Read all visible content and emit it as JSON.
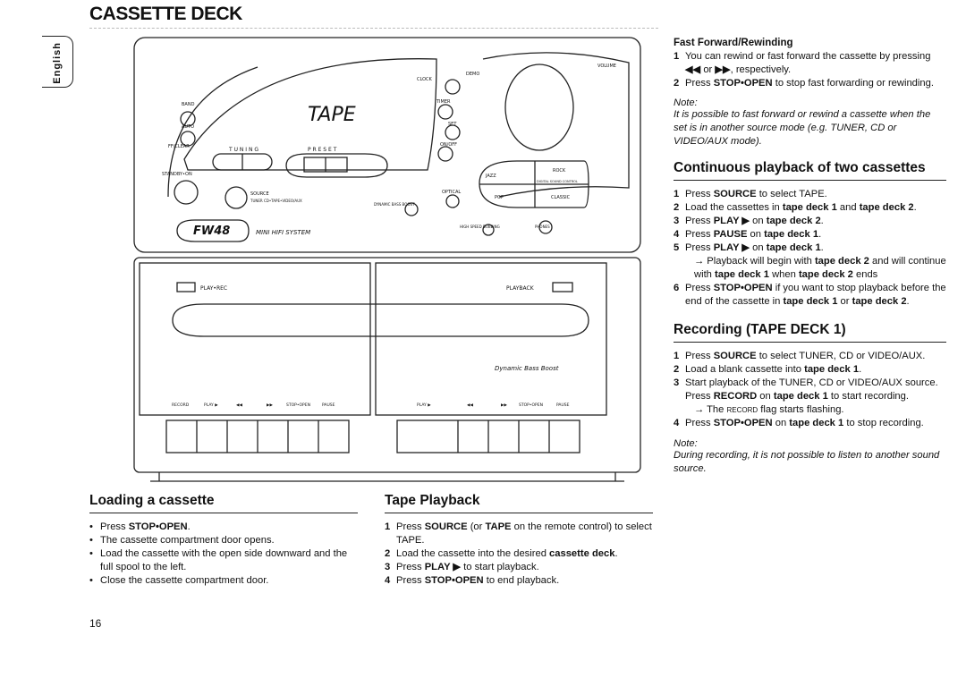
{
  "page": {
    "title": "CASSETTE DECK",
    "tab_label": "English",
    "page_number": "16"
  },
  "device": {
    "model": "FW48",
    "system": "MINI HIFI SYSTEM",
    "display_text": "TAPE",
    "labels": {
      "band": "BAND",
      "auto": "AUTO",
      "ffclear": "FF/CLEAR",
      "tuning": "T U N I N G",
      "preset": "P R E S E T",
      "standby": "STANDBY•ON",
      "source": "SOURCE",
      "source_sub": "TUNER CD•TAPE•VIDEO/AUX",
      "dynamic_boost_small": "DYNAMIC BASS BOOST",
      "optical": "OPTICAL",
      "clock": "CLOCK",
      "demo": "DEMO",
      "timer": "TIMER",
      "set": "SET",
      "onoff": "ON/OFF",
      "volume": "VOLUME",
      "jazz": "JAZZ",
      "rock": "ROCK",
      "pop": "POP",
      "classic": "CLASSIC",
      "dsc": "DIGITAL SOUND CONTROL",
      "hispeed": "HIGH SPEED DUBBING",
      "phones": "PHONES",
      "play_rec": "PLAY•REC",
      "playback": "PLAYBACK",
      "dynamic_bass": "Dynamic Bass Boost",
      "deck1_keys": [
        "RECORD",
        "PLAY ▶",
        "◀◀",
        "▶▶",
        "STOP•OPEN",
        "PAUSE"
      ],
      "deck2_keys": [
        "PLAY ▶",
        "◀◀",
        "▶▶",
        "STOP•OPEN",
        "PAUSE"
      ]
    }
  },
  "loading": {
    "heading": "Loading a cassette",
    "items": [
      [
        {
          "t": "Press "
        },
        {
          "b": "STOP•OPEN"
        },
        {
          "t": "."
        }
      ],
      [
        {
          "t": "The cassette compartment door opens."
        }
      ],
      [
        {
          "t": "Load the cassette with the open side downward and the full spool to the left."
        }
      ],
      [
        {
          "t": "Close the cassette compartment door."
        }
      ]
    ]
  },
  "playback": {
    "heading": "Tape Playback",
    "items": [
      [
        {
          "t": "Press "
        },
        {
          "b": "SOURCE"
        },
        {
          "t": " (or "
        },
        {
          "b": "TAPE"
        },
        {
          "t": " on the remote control) to select TAPE."
        }
      ],
      [
        {
          "t": "Load the cassette into the desired "
        },
        {
          "b": "cassette deck"
        },
        {
          "t": "."
        }
      ],
      [
        {
          "t": "Press "
        },
        {
          "b": "PLAY ▶"
        },
        {
          "t": "  to start playback."
        }
      ],
      [
        {
          "t": "Press "
        },
        {
          "b": "STOP•OPEN"
        },
        {
          "t": " to end playback."
        }
      ]
    ]
  },
  "ffrw": {
    "heading": "Fast Forward/Rewinding",
    "items": [
      [
        {
          "t": "You can rewind or fast forward the cassette by pressing "
        },
        {
          "b": "◀◀"
        },
        {
          "t": " or "
        },
        {
          "b": "▶▶"
        },
        {
          "t": ", respectively."
        }
      ],
      [
        {
          "t": "Press "
        },
        {
          "b": "STOP•OPEN"
        },
        {
          "t": " to stop fast forwarding or rewinding."
        }
      ]
    ],
    "note_label": "Note:",
    "note": "It is possible to fast forward or rewind a cassette when the set is in another source mode (e.g. TUNER, CD or VIDEO/AUX mode)."
  },
  "continuous": {
    "heading": "Continuous playback of two cassettes",
    "items": [
      [
        {
          "t": "Press "
        },
        {
          "b": "SOURCE"
        },
        {
          "t": " to select TAPE."
        }
      ],
      [
        {
          "t": "Load the cassettes in "
        },
        {
          "b": "tape deck 1"
        },
        {
          "t": " and "
        },
        {
          "b": "tape deck 2"
        },
        {
          "t": "."
        }
      ],
      [
        {
          "t": "Press "
        },
        {
          "b": "PLAY ▶"
        },
        {
          "t": " on "
        },
        {
          "b": "tape deck 2"
        },
        {
          "t": "."
        }
      ],
      [
        {
          "t": "Press "
        },
        {
          "b": "PAUSE"
        },
        {
          "t": " on "
        },
        {
          "b": "tape deck 1"
        },
        {
          "t": "."
        }
      ],
      [
        {
          "t": "Press "
        },
        {
          "b": "PLAY ▶"
        },
        {
          "t": " on "
        },
        {
          "b": "tape deck 1"
        },
        {
          "t": "."
        }
      ],
      [
        {
          "t": "Press "
        },
        {
          "b": "STOP•OPEN"
        },
        {
          "t": " if you want to stop playback before the end of the cassette in "
        },
        {
          "b": "tape deck 1"
        },
        {
          "t": " or "
        },
        {
          "b": "tape deck 2"
        },
        {
          "t": "."
        }
      ]
    ],
    "sub_after_5": [
      {
        "t": "→ Playback will begin with "
      },
      {
        "b": "tape deck 2"
      },
      {
        "t": " and will continue with "
      },
      {
        "b": "tape deck 1"
      },
      {
        "t": " when "
      },
      {
        "b": "tape deck 2"
      },
      {
        "t": " ends"
      }
    ]
  },
  "recording": {
    "heading": "Recording  (TAPE DECK 1)",
    "items": [
      [
        {
          "t": "Press "
        },
        {
          "b": "SOURCE"
        },
        {
          "t": " to select TUNER, CD or VIDEO/AUX."
        }
      ],
      [
        {
          "t": "Load a blank cassette into "
        },
        {
          "b": "tape deck 1"
        },
        {
          "t": "."
        }
      ],
      [
        {
          "t": "Start playback of the TUNER, CD or VIDEO/AUX source. Press "
        },
        {
          "b": "RECORD"
        },
        {
          "t": " on "
        },
        {
          "b": "tape deck 1"
        },
        {
          "t": " to start recording."
        }
      ],
      [
        {
          "t": "Press "
        },
        {
          "b": "STOP•OPEN"
        },
        {
          "t": " on "
        },
        {
          "b": "tape deck 1"
        },
        {
          "t": " to stop recording."
        }
      ]
    ],
    "sub_after_3": [
      {
        "t": "→ The "
      },
      {
        "t": "RECORD",
        "small": true
      },
      {
        "t": " flag starts flashing."
      }
    ],
    "note_label": "Note:",
    "note": "During recording, it is not possible to listen to another sound source."
  }
}
